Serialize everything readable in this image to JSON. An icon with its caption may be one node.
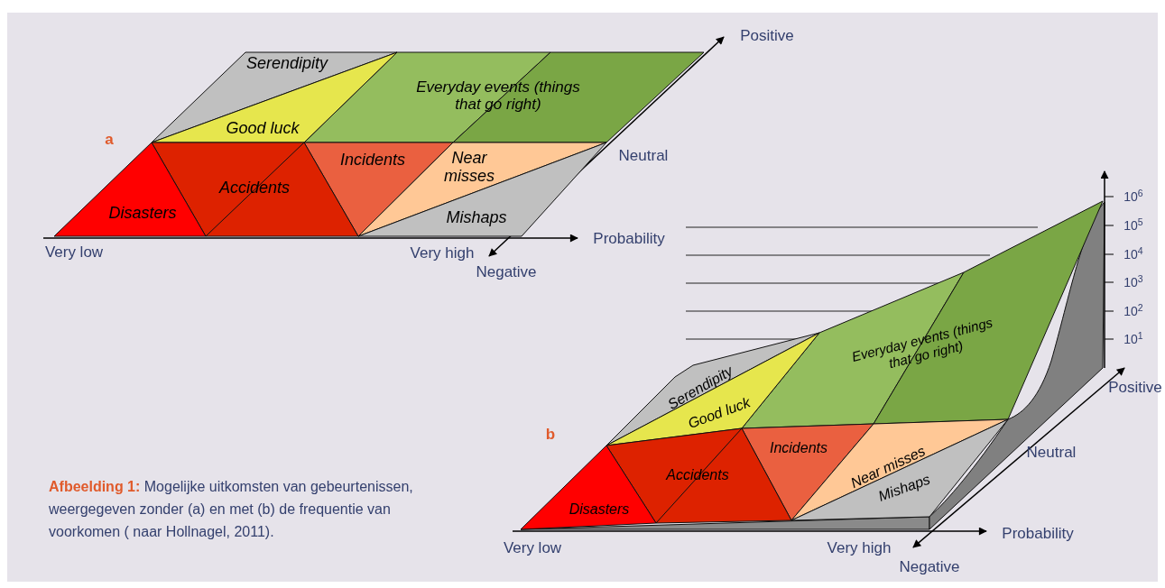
{
  "diagram": {
    "caption": "**Afbeelding 1:** Mogelijke uitkomsten van gebeurtenissen, weergegeven zonder (a) en met (b) de frequentie van voorkomen ( naar Hollnagel, 2011).",
    "nodes": [
      {
        "text": [
          "Serendipity"
        ]
      },
      {
        "text": [
          "Everyday events (things that go right)"
        ]
      },
      {
        "text": [
          "Good luck"
        ]
      },
      {
        "text": [
          "Incidents"
        ]
      },
      {
        "text": [
          "Near misses"
        ]
      },
      {
        "text": [
          "Accidents"
        ]
      },
      {
        "text": [
          "Disasters"
        ]
      },
      {
        "text": [
          "Mishaps"
        ]
      },
      {
        "text": [
          "Everyday events (things that go right)"
        ]
      },
      {
        "text": [
          "Serendipity"
        ]
      },
      {
        "text": [
          "Good luck"
        ]
      },
      {
        "text": [
          "Incidents"
        ]
      },
      {
        "text": [
          "Near misses"
        ]
      },
      {
        "text": [
          "Accidents"
        ]
      },
      {
        "text": [
          "Mishaps"
        ]
      },
      {
        "text": [
          "Disasters"
        ]
      }
    ],
    "labels": [
      "a",
      "Positive",
      "Neutral",
      "Very low",
      "Very high",
      "Negative",
      "Probability",
      "10$^{6}$",
      "10$^{5}$",
      "10$^{4}$",
      "10$^{3}$",
      "10$^{2}$",
      "10$^{1}$",
      "b",
      "Positive",
      "Neutral",
      "Very low",
      "Very high",
      "Negative",
      "Probability"
    ]
  }
}
